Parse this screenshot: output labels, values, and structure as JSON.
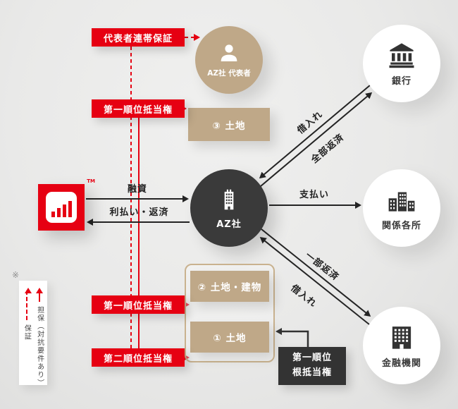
{
  "palette": {
    "red": "#e60012",
    "tan": "#bfa888",
    "dark": "#3a3a3a",
    "background": "#e9e9e8"
  },
  "logo": {
    "tm": "TM"
  },
  "nodes": {
    "representative": {
      "label": "AZ社 代表者"
    },
    "az": {
      "label": "AZ社"
    },
    "bank": {
      "label": "銀行"
    },
    "related": {
      "label": "関係各所"
    },
    "financial": {
      "label": "金融機関"
    },
    "land3": {
      "label": "③ 土地"
    },
    "land_building2": {
      "label": "② 土地・建物"
    },
    "land1": {
      "label": "① 土地"
    }
  },
  "tags": {
    "rep_guarantee": {
      "label": "代表者連帯保証"
    },
    "first_mortgage_top": {
      "label": "第一順位抵当権"
    },
    "first_mortgage_bottom": {
      "label": "第一順位抵当権"
    },
    "second_mortgage": {
      "label": "第二順位抵当権"
    },
    "revolving": {
      "line1": "第一順位",
      "line2": "根抵当権"
    }
  },
  "flows": {
    "borrow_bank": {
      "label": "借入れ"
    },
    "full_repay": {
      "label": "全部返済"
    },
    "pay": {
      "label": "支払い"
    },
    "finance": {
      "label": "融資"
    },
    "interest_repay": {
      "label": "利払い・返済"
    },
    "partial_repay": {
      "label": "一部返済"
    },
    "borrow_fi": {
      "label": "借入れ"
    }
  },
  "legend": {
    "note": "※",
    "guarantee": {
      "label": "保証"
    },
    "collateral": {
      "label": "担保（対抗要件あり）"
    }
  }
}
